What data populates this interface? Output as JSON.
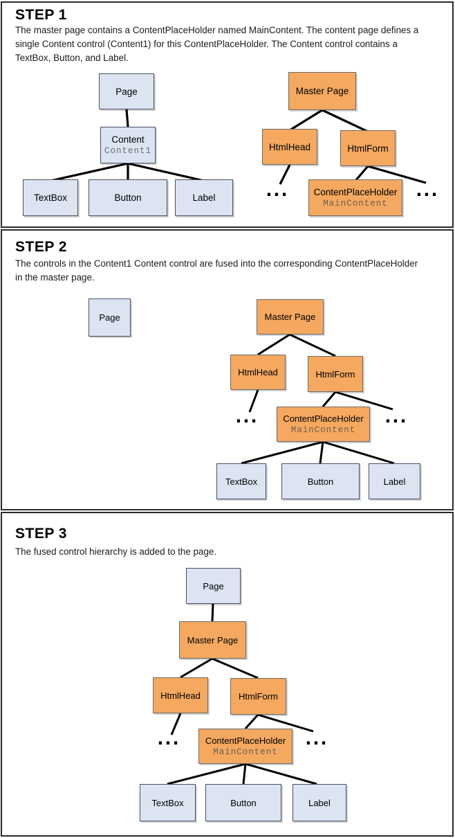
{
  "colors": {
    "content_control_fill": "#dce4f1",
    "master_control_fill": "#f4a860",
    "panel_border": "#2a2a2a",
    "connector": "#000000",
    "secondary_label_on_blue": "#6b6b6b",
    "secondary_label_on_orange": "#6b5d4f"
  },
  "step1": {
    "title": "STEP 1",
    "description": "The master page contains a ContentPlaceHolder named MainContent. The content page defines a\nsingle Content control (Content1) for this ContentPlaceHolder. The Content control contains a\nTextBox, Button, and Label.",
    "nodes": {
      "page": "Page",
      "content": "Content",
      "content_id": "Content1",
      "textbox": "TextBox",
      "button": "Button",
      "label": "Label",
      "master_page": "Master Page",
      "html_head": "HtmlHead",
      "html_form": "HtmlForm",
      "content_placeholder": "ContentPlaceHolder",
      "content_placeholder_id": "MainContent",
      "ellipsis_left": "...",
      "ellipsis_right": "..."
    }
  },
  "step2": {
    "title": "STEP 2",
    "description": "The controls in the Content1 Content control are fused into the corresponding ContentPlaceHolder\nin the master page.",
    "nodes": {
      "page": "Page",
      "master_page": "Master Page",
      "html_head": "HtmlHead",
      "html_form": "HtmlForm",
      "content_placeholder": "ContentPlaceHolder",
      "content_placeholder_id": "MainContent",
      "textbox": "TextBox",
      "button": "Button",
      "label": "Label",
      "ellipsis_left": "...",
      "ellipsis_right": "..."
    }
  },
  "step3": {
    "title": "STEP 3",
    "description": "The fused control hierarchy is added to the page.",
    "nodes": {
      "page": "Page",
      "master_page": "Master Page",
      "html_head": "HtmlHead",
      "html_form": "HtmlForm",
      "content_placeholder": "ContentPlaceHolder",
      "content_placeholder_id": "MainContent",
      "textbox": "TextBox",
      "button": "Button",
      "label": "Label",
      "ellipsis_left": "...",
      "ellipsis_right": "..."
    }
  }
}
